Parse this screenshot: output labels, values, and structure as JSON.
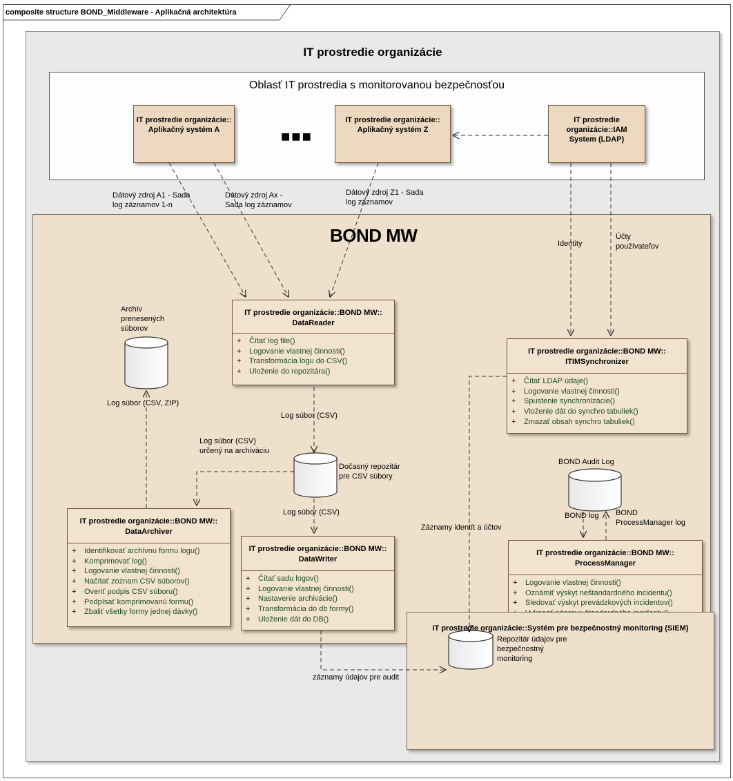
{
  "frame": {
    "title": "composite structure BOND_Middleware - Aplikačná architektúra"
  },
  "environment": {
    "title": "IT prostredie organizácie"
  },
  "monitored_area": {
    "title": "Oblasť IT prostredia s monitorovanou bezpečnosťou",
    "ellipsis": "■■■",
    "systems": {
      "a": [
        "IT prostredie organizácie::",
        "Aplikačný systém A"
      ],
      "z": [
        "IT prostredie organizácie::",
        "Aplikačný systém Z"
      ],
      "iam": [
        "IT prostredie",
        "organizácie::IAM",
        "System (LDAP)"
      ]
    }
  },
  "bond_mw": {
    "title": "BOND MW",
    "archive_store_label": [
      "Archív",
      "prenesených",
      "súborov"
    ],
    "temp_repo_label": [
      "Dočasný repozitár",
      "pre CSV súbory"
    ],
    "audit_log_label": "BOND Audit Log",
    "classes": {
      "datareader": {
        "head": [
          "IT prostredie organizácie::BOND MW::",
          "DataReader"
        ],
        "ops": [
          "Čítať log file()",
          "Logovanie vlastnej činnosti()",
          "Transformácia logu do CSV()",
          "Uloženie do repozitára()"
        ]
      },
      "itimsynchronizer": {
        "head": [
          "IT prostredie organizácie::BOND MW::",
          "ITIMSynchronizer"
        ],
        "ops": [
          "Čítať LDAP údaje()",
          "Logovanie vlastnej činnosti()",
          "Spustenie synchronizácie()",
          "Vloženie dát do synchro tabuliek()",
          "Zmazať obsah synchro tabuliek()"
        ]
      },
      "dataarchiver": {
        "head": [
          "IT prostredie organizácie::BOND MW::",
          "DataArchiver"
        ],
        "ops": [
          "Identifikovať archívnu formu logu()",
          "Komprimovať log()",
          "Logovanie vlastnej činnosti()",
          "Načítať zoznam CSV súborov()",
          "Overiť podpis CSV súboru()",
          "Podpísať komprimovanú formu()",
          "Zbaliť všetky formy jednej dávky()"
        ]
      },
      "datawriter": {
        "head": [
          "IT prostredie organizácie::BOND MW::",
          "DataWriter"
        ],
        "ops": [
          "Čítať sadu logov()",
          "Logovanie vlastnej činnosti()",
          "Nastavenie archivácie()",
          "Transformácia do db formy()",
          "Uloženie dát do DB()"
        ]
      },
      "processmanager": {
        "head": [
          "IT prostredie organizácie::BOND MW::",
          "ProcessManager"
        ],
        "ops": [
          "Logovanie vlastnej činnosti()",
          "Oznámiť výskyt neštandardného incidentu()",
          "Sledovať výskyt prevádzkových incidentov()",
          "Vykonať nápravu štandardného incidentu()"
        ]
      }
    },
    "visibility": "+"
  },
  "siem": {
    "title": "IT prostredie organizácie::Systém pre bezpečnostný monitoring (SIEM)",
    "repo_label": [
      "Repozitár údajov pre",
      "bezpečnostný",
      "monitoring"
    ]
  },
  "connector_labels": {
    "a1": [
      "Dátový zdroj A1 - Sada",
      "log záznamov 1-n"
    ],
    "ax": [
      "Dátový zdroj Ax -",
      "Sada log záznamov"
    ],
    "z1": [
      "Dátový zdroj Z1 - Sada",
      "log záznamov"
    ],
    "identity": "Identity",
    "accounts": [
      "Účty",
      "používateľov"
    ],
    "log_csv_zip": "Log súbor (CSV, ZIP)",
    "log_csv_1": "Log súbor (CSV)",
    "log_csv_archive": [
      "Log súbor (CSV)",
      "určený na archiváciu"
    ],
    "log_csv_2": "Log súbor (CSV)",
    "identity_records": "Záznamy identít a účtov",
    "bond_log": "BOND log",
    "pm_log": [
      "BOND",
      "ProcessManager log"
    ],
    "audit_records": "záznamy údajov pre audit"
  },
  "colors": {
    "node_fill": "#ecd9bf",
    "class_fill": "#f2e3cf",
    "operation_text": "#1d4d20",
    "environment_fill": "#e9e9e9"
  }
}
